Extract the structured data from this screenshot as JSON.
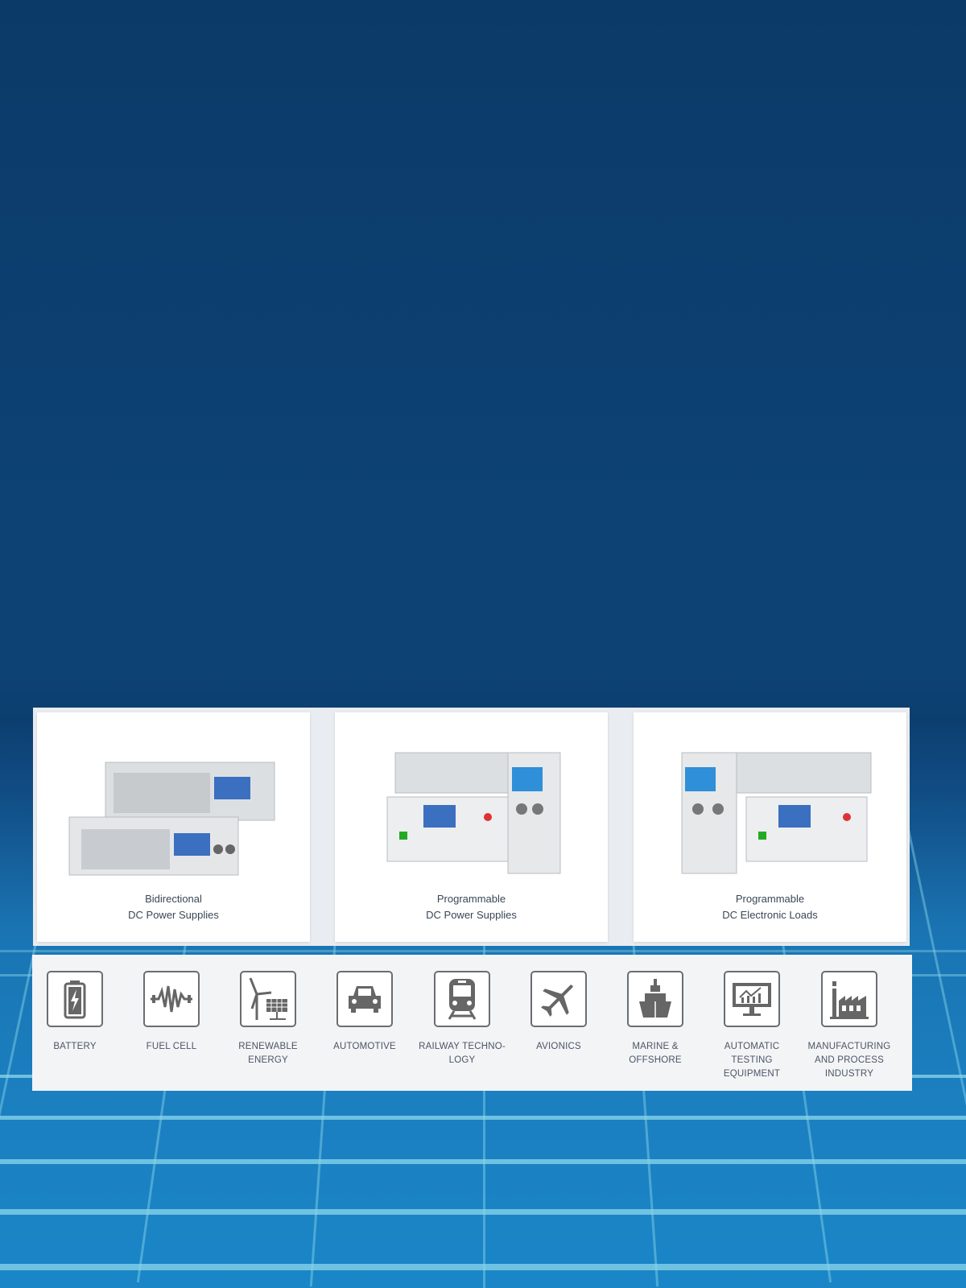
{
  "products": [
    {
      "line1": "Bidirectional",
      "line2": "DC Power Supplies"
    },
    {
      "line1": "Programmable",
      "line2": "DC Power Supplies"
    },
    {
      "line1": "Programmable",
      "line2": "DC Electronic Loads"
    }
  ],
  "industries": [
    {
      "label": "BATTERY",
      "icon": "battery-icon"
    },
    {
      "label": "FUEL CELL",
      "icon": "fuel-cell-icon"
    },
    {
      "label": "RENEWABLE ENERGY",
      "icon": "wind-solar-icon"
    },
    {
      "label": "AUTOMOTIVE",
      "icon": "car-icon"
    },
    {
      "label": "RAILWAY TECHNO- LOGY",
      "icon": "train-icon"
    },
    {
      "label": "AVIONICS",
      "icon": "airplane-icon"
    },
    {
      "label": "MARINE & OFFSHORE",
      "icon": "ship-icon"
    },
    {
      "label": "AUTOMATIC TESTING EQUIPMENT",
      "icon": "monitor-chart-icon"
    },
    {
      "label": "MANUFACTURING AND PROCESS INDUSTRY",
      "icon": "factory-icon"
    }
  ]
}
